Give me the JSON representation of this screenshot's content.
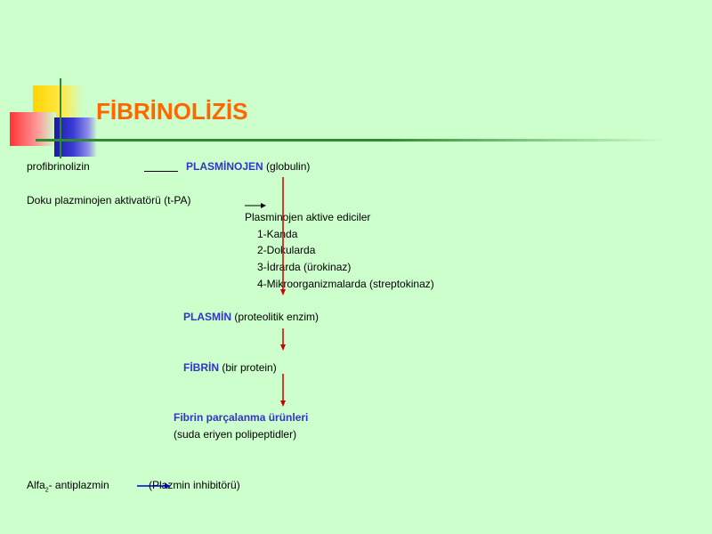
{
  "title": "FİBRİNOLİZİS",
  "left_labels": {
    "profibrinolizin": "profibrinolizin",
    "doku": "Doku plazminojen aktivatörü (t-PA)",
    "alfa_prefix": "Alfa",
    "alfa_sub": "2",
    "alfa_suffix": "- antiplazmin"
  },
  "nodes": {
    "plasminojen": {
      "name": "PLASMİNOJEN",
      "note": "(globulin)"
    },
    "plasmin": {
      "name": "PLASMİN",
      "note": "(proteolitik enzim)"
    },
    "fibrin": {
      "name": "FİBRİN",
      "note": "(bir protein)"
    },
    "products": {
      "name": "Fibrin parçalanma ürünleri",
      "note": "(suda eriyen polipeptidler)"
    }
  },
  "activators": {
    "heading": "Plasminojen aktive ediciler",
    "items": [
      "1-Kanda",
      "2-Dokularda",
      "3-İdrarda (ürokinaz)",
      "4-Mikroorganizmalarda (streptokinaz)"
    ]
  },
  "inhibitor": "(Plazmin inhibitörü)",
  "colors": {
    "title": "#ff6600",
    "node_text": "#3333cc",
    "flow_arrow": "#cc0000",
    "inhibit_arrow": "#0000cc",
    "background": "#ccffcc"
  }
}
